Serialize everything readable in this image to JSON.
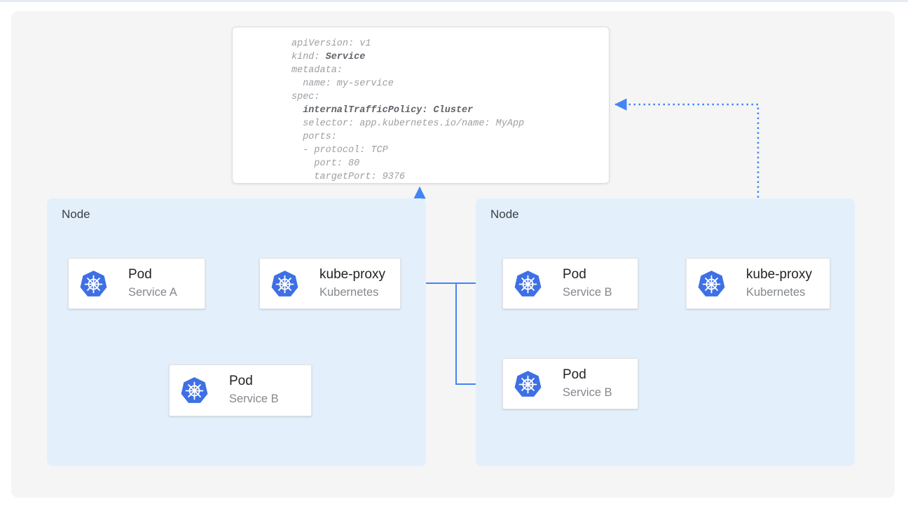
{
  "colors": {
    "canvas_bg": "#f5f5f6",
    "node_bg": "#e3f0fc",
    "arrow_blue": "#4285f4",
    "k8s_blue": "#3e70e4",
    "title_color": "#212327",
    "subtitle_color": "#84888d",
    "node_label_color": "#3b4045",
    "code_regular": "#9b9ea2",
    "code_bold": "#5f6368"
  },
  "yaml": {
    "lines": [
      {
        "text": "apiVersion: v1"
      },
      {
        "text": "kind: ",
        "bold_text": "Service"
      },
      {
        "text": "metadata:"
      },
      {
        "text": "  name: my-service"
      },
      {
        "text": "spec:"
      },
      {
        "bold_text": "  internalTrafficPolicy: Cluster"
      },
      {
        "text": "  selector: app.kubernetes.io/name: MyApp"
      },
      {
        "text": "  ports:"
      },
      {
        "text": "  - protocol: TCP"
      },
      {
        "text": "    port: 80"
      },
      {
        "text": "    targetPort: 9376"
      }
    ]
  },
  "nodes": [
    {
      "label": "Node"
    },
    {
      "label": "Node"
    }
  ],
  "cards": [
    {
      "title": "Pod",
      "subtitle": "Service A",
      "icon": "kubernetes-icon"
    },
    {
      "title": "kube-proxy",
      "subtitle": "Kubernetes",
      "icon": "kubernetes-icon"
    },
    {
      "title": "Pod",
      "subtitle": "Service B",
      "icon": "kubernetes-icon"
    },
    {
      "title": "Pod",
      "subtitle": "Service B",
      "icon": "kubernetes-icon"
    },
    {
      "title": "Pod",
      "subtitle": "Service B",
      "icon": "kubernetes-icon"
    },
    {
      "title": "kube-proxy",
      "subtitle": "Kubernetes",
      "icon": "kubernetes-icon"
    }
  ]
}
